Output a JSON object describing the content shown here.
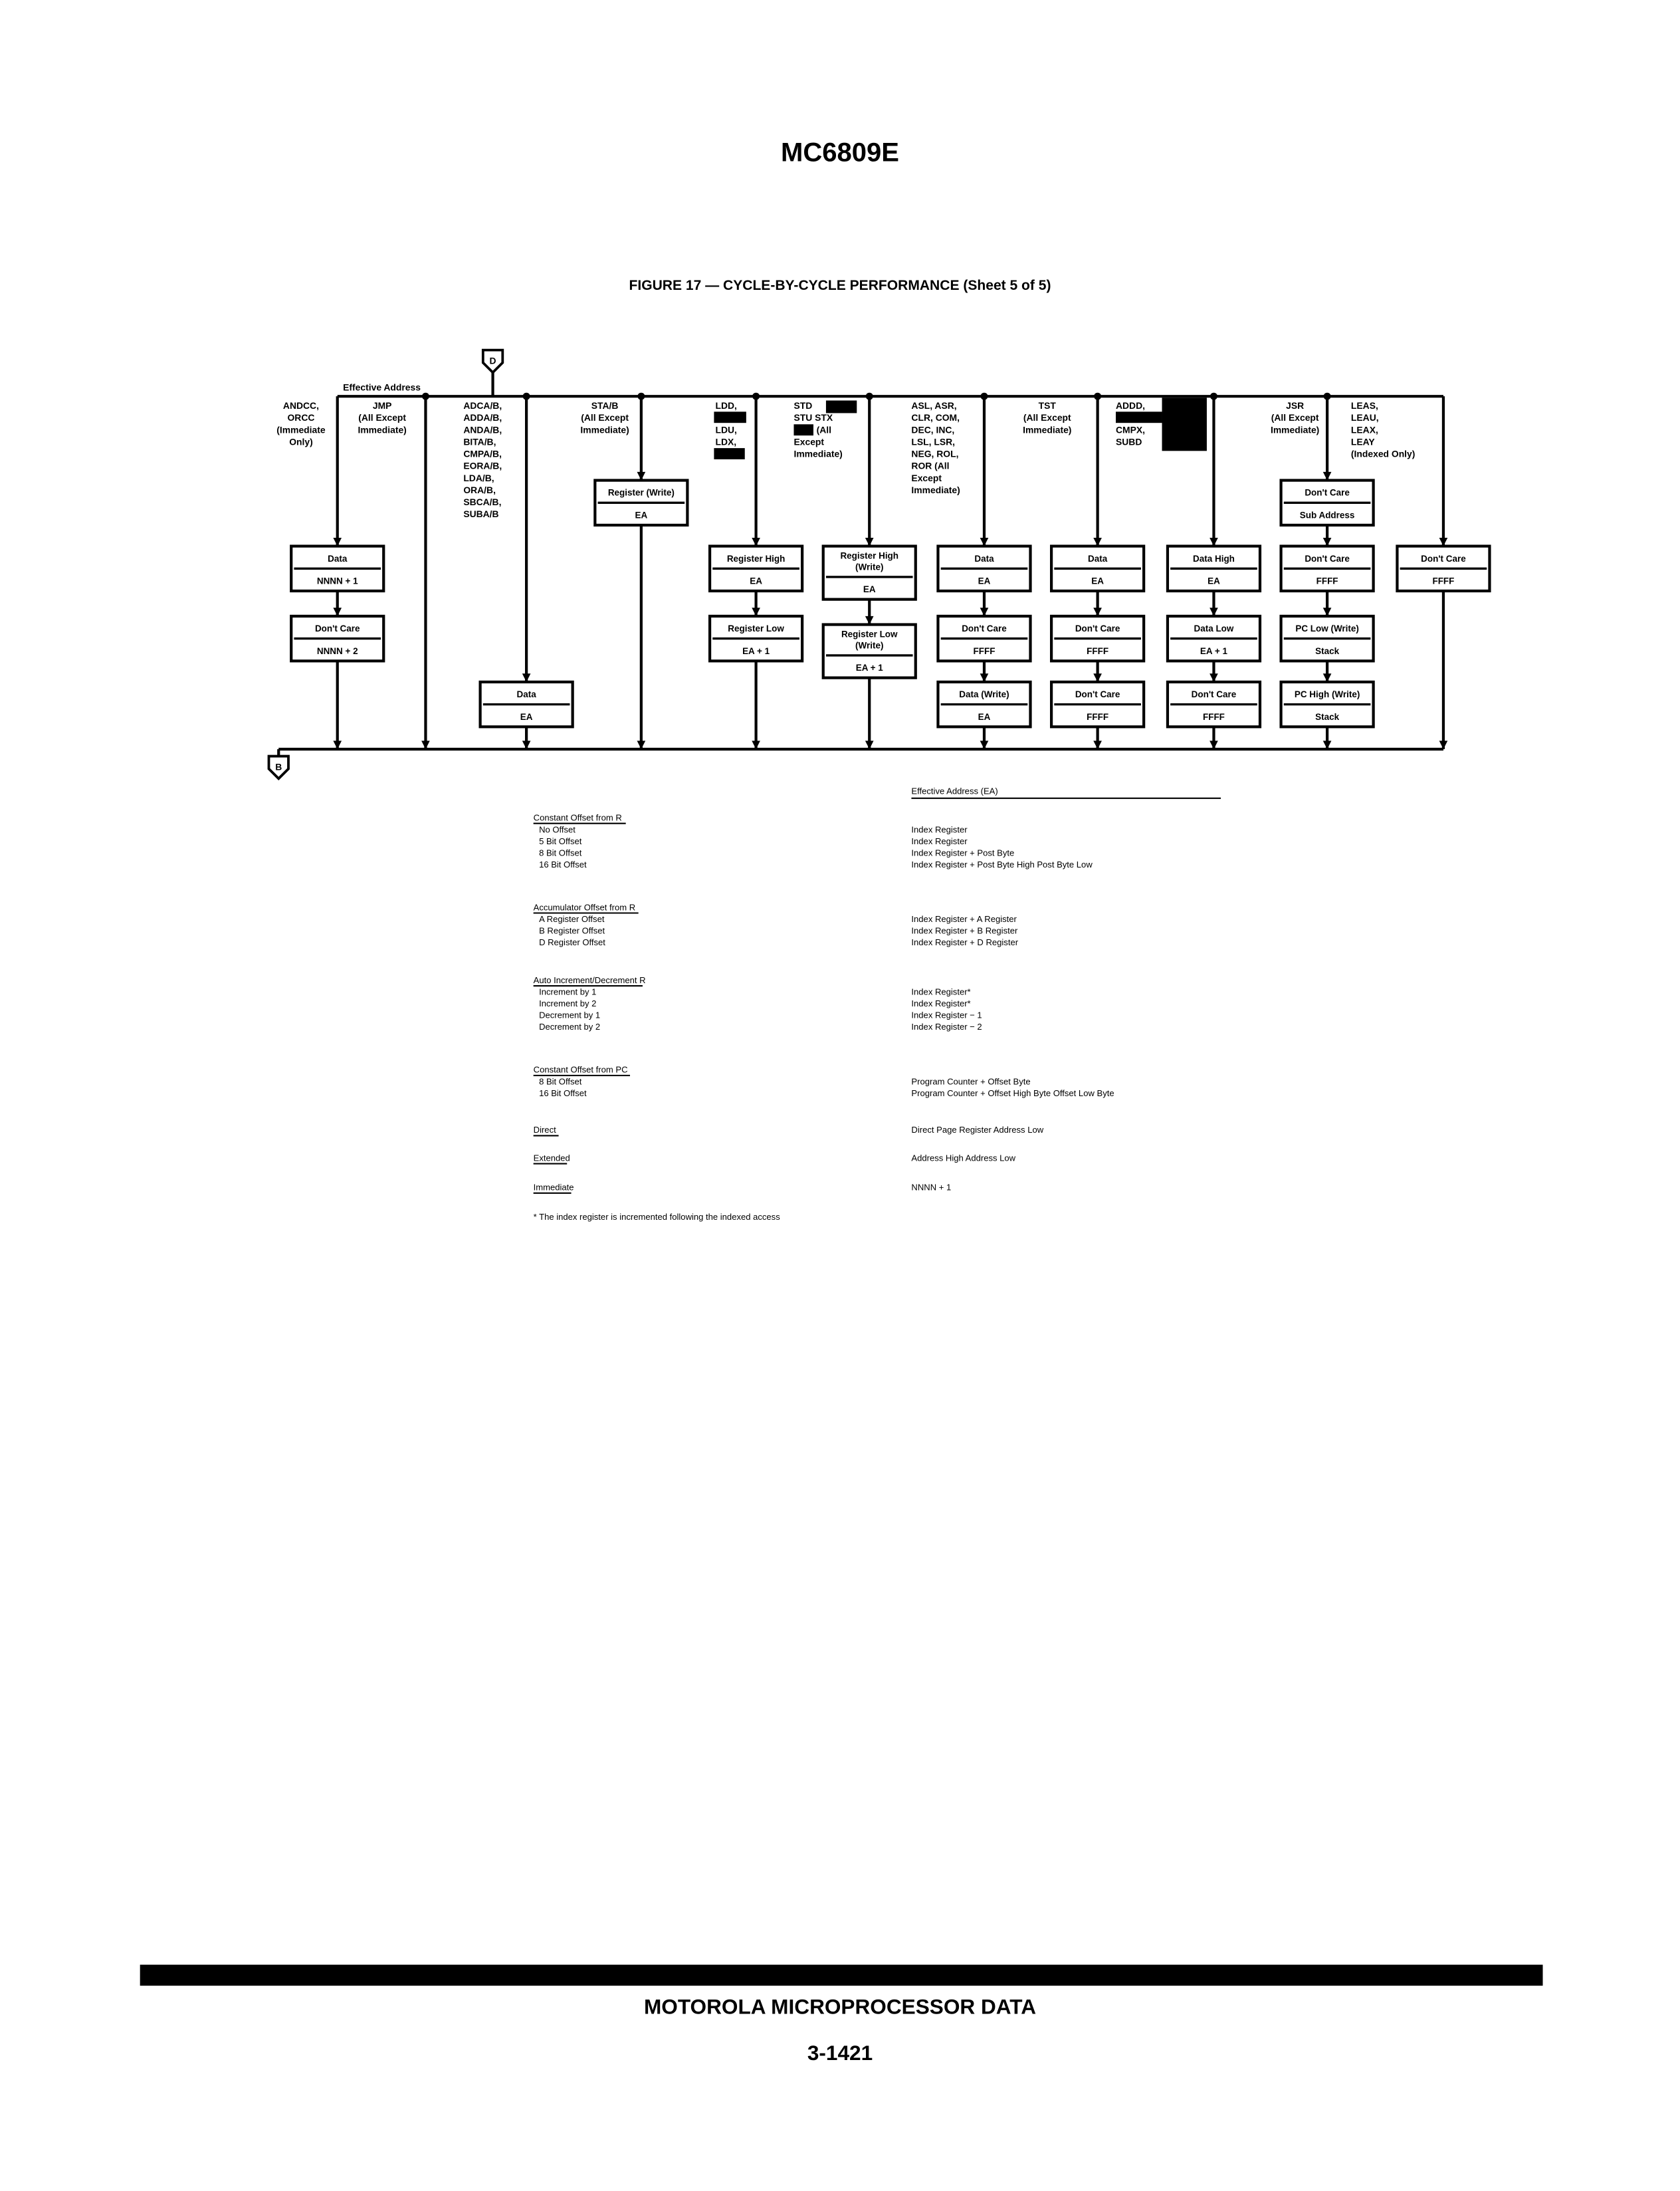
{
  "header": {
    "title": "MC6809E"
  },
  "figure": {
    "title": "FIGURE 17 — CYCLE-BY-CYCLE PERFORMANCE (Sheet 5 of 5)",
    "effective_address_label": "Effective Address",
    "connector_in": "D",
    "connector_out": "B",
    "columns": [
      {
        "label": [
          "ANDCC,",
          "ORCC",
          "(Immediate",
          "Only)"
        ],
        "boxes": [
          {
            "top": [
              "Data"
            ],
            "bottom": "NNNN + 1"
          },
          {
            "top": [
              "Don't Care"
            ],
            "bottom": "NNNN + 2"
          }
        ]
      },
      {
        "label": [
          "JMP",
          "(All Except",
          "Immediate)"
        ],
        "boxes": []
      },
      {
        "label": [
          "ADCA/B,",
          "ADDA/B,",
          "ANDA/B,",
          "BITA/B,",
          "CMPA/B,",
          "EORA/B,",
          "LDA/B,",
          "ORA/B,",
          "SBCA/B,",
          "SUBA/B"
        ],
        "boxes": [
          {
            "top": [
              "Data"
            ],
            "bottom": "EA"
          }
        ]
      },
      {
        "label": [
          "STA/B",
          "(All Except",
          "Immediate)"
        ],
        "boxes": [
          {
            "top": [
              "Register (Write)"
            ],
            "bottom": "EA"
          }
        ]
      },
      {
        "label": [
          "LDD,",
          "",
          "LDU,",
          "LDX,",
          ""
        ],
        "boxes": [
          {
            "top": [
              "Register High"
            ],
            "bottom": "EA"
          },
          {
            "top": [
              "Register Low"
            ],
            "bottom": "EA + 1"
          }
        ]
      },
      {
        "label": [
          "STD",
          "STU  STX",
          "      (All",
          "Except",
          "Immediate)"
        ],
        "boxes": [
          {
            "top": [
              "Register High",
              "(Write)"
            ],
            "bottom": "EA"
          },
          {
            "top": [
              "Register Low",
              "(Write)"
            ],
            "bottom": "EA + 1"
          }
        ]
      },
      {
        "label": [
          "ASL, ASR,",
          "CLR, COM,",
          "DEC, INC,",
          "LSL, LSR,",
          "NEG, ROL,",
          "ROR (All",
          "Except",
          "Immediate)"
        ],
        "boxes": [
          {
            "top": [
              "Data"
            ],
            "bottom": "EA"
          },
          {
            "top": [
              "Don't Care"
            ],
            "bottom": "FFFF"
          },
          {
            "top": [
              "Data (Write)"
            ],
            "bottom": "EA"
          }
        ]
      },
      {
        "label": [
          "TST",
          "(All Except",
          "Immediate)"
        ],
        "boxes": [
          {
            "top": [
              "Data"
            ],
            "bottom": "EA"
          },
          {
            "top": [
              "Don't Care"
            ],
            "bottom": "FFFF"
          },
          {
            "top": [
              "Don't Care"
            ],
            "bottom": "FFFF"
          }
        ]
      },
      {
        "label": [
          "ADDD,",
          "",
          "CMPX,",
          "SUBD"
        ],
        "boxes": [
          {
            "top": [
              "Data High"
            ],
            "bottom": "EA"
          },
          {
            "top": [
              "Data Low"
            ],
            "bottom": "EA + 1"
          },
          {
            "top": [
              "Don't Care"
            ],
            "bottom": "FFFF"
          }
        ]
      },
      {
        "label": [
          "JSR",
          "(All Except",
          "Immediate)"
        ],
        "boxes": [
          {
            "top": [
              "Don't Care"
            ],
            "bottom": "Sub Address"
          },
          {
            "top": [
              "Don't Care"
            ],
            "bottom": "FFFF"
          },
          {
            "top": [
              "PC Low (Write)"
            ],
            "bottom": "Stack"
          },
          {
            "top": [
              "PC High (Write)"
            ],
            "bottom": "Stack"
          }
        ]
      },
      {
        "label": [
          "LEAS,",
          "LEAU,",
          "LEAX,",
          "LEAY",
          "(Indexed Only)"
        ],
        "boxes": [
          {
            "top": [
              "Don't Care"
            ],
            "bottom": "FFFF"
          }
        ]
      }
    ]
  },
  "ea_table": {
    "header": "Effective Address (EA)",
    "sections": [
      {
        "title": "Constant Offset from R",
        "items": [
          [
            "No Offset",
            "Index Register"
          ],
          [
            "5 Bit Offset",
            "Index Register"
          ],
          [
            "8 Bit Offset",
            "Index Register + Post Byte"
          ],
          [
            "16 Bit Offset",
            "Index Register + Post Byte High  Post Byte Low"
          ]
        ]
      },
      {
        "title": "Accumulator Offset from R",
        "items": [
          [
            "A Register Offset",
            "Index Register + A Register"
          ],
          [
            "B Register Offset",
            "Index Register + B Register"
          ],
          [
            "D Register Offset",
            "Index Register + D Register"
          ]
        ]
      },
      {
        "title": "Auto Increment/Decrement R",
        "items": [
          [
            "Increment by 1",
            "Index Register*"
          ],
          [
            "Increment by 2",
            "Index Register*"
          ],
          [
            "Decrement by 1",
            "Index Register − 1"
          ],
          [
            "Decrement by 2",
            "Index Register − 2"
          ]
        ]
      },
      {
        "title": "Constant Offset from PC",
        "items": [
          [
            "8 Bit Offset",
            "Program Counter + Offset Byte"
          ],
          [
            "16 Bit Offset",
            "Program Counter + Offset High Byte  Offset Low Byte"
          ]
        ]
      },
      {
        "title": "Direct",
        "value": "Direct Page Register  Address Low"
      },
      {
        "title": "Extended",
        "value": "Address High  Address Low"
      },
      {
        "title": "Immediate",
        "value": "NNNN + 1"
      }
    ],
    "footnote": "* The index register is incremented following the indexed access"
  },
  "footer": {
    "publication": "MOTOROLA MICROPROCESSOR DATA",
    "page_number": "3-1421"
  }
}
